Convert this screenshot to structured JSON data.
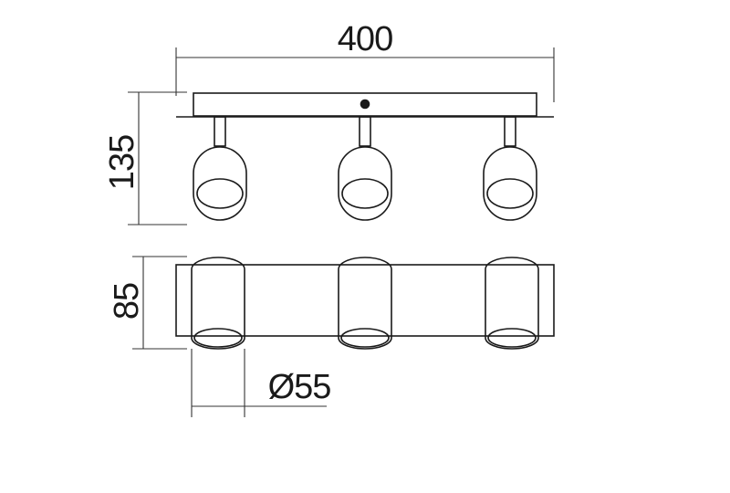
{
  "drawing": {
    "dimensions": {
      "width": "400",
      "height_side": "135",
      "height_front": "85",
      "diameter": "Ø55"
    },
    "colors": {
      "stroke": "#1a1a1a",
      "dimension_stroke": "#333333"
    }
  }
}
